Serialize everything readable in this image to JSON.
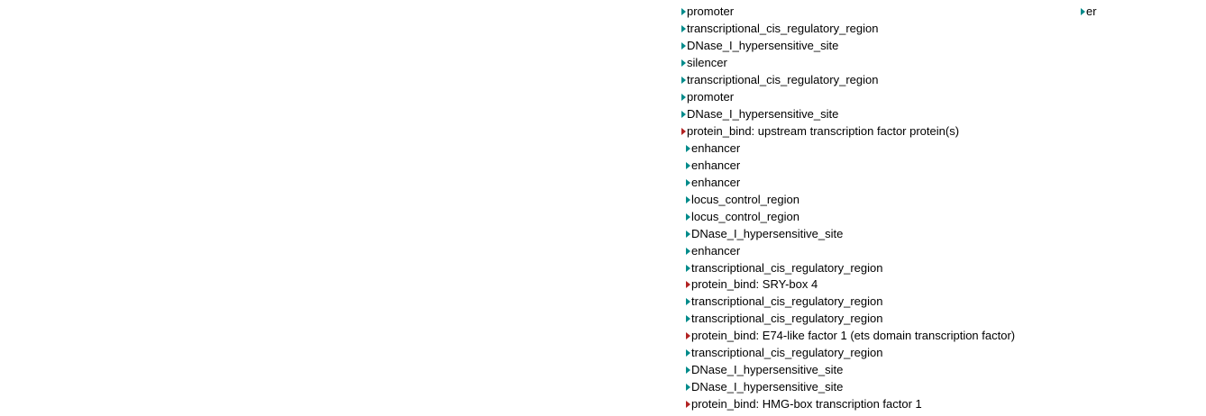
{
  "colors": {
    "regulatory_arrow": "#008b8b",
    "protein_bind_arrow": "#b22222",
    "label_text": "#000000",
    "background": "#ffffff"
  },
  "clipped_item": {
    "label": "er",
    "arrow": "teal"
  },
  "features": [
    {
      "label": "promoter",
      "arrow": "teal",
      "indent": 0
    },
    {
      "label": "transcriptional_cis_regulatory_region",
      "arrow": "teal",
      "indent": 0
    },
    {
      "label": "DNase_I_hypersensitive_site",
      "arrow": "teal",
      "indent": 0
    },
    {
      "label": "silencer",
      "arrow": "teal",
      "indent": 0
    },
    {
      "label": "transcriptional_cis_regulatory_region",
      "arrow": "teal",
      "indent": 0
    },
    {
      "label": "promoter",
      "arrow": "teal",
      "indent": 0
    },
    {
      "label": "DNase_I_hypersensitive_site",
      "arrow": "teal",
      "indent": 0
    },
    {
      "label": "protein_bind: upstream transcription factor protein(s)",
      "arrow": "red",
      "indent": 0
    },
    {
      "label": "enhancer",
      "arrow": "teal",
      "indent": 1
    },
    {
      "label": "enhancer",
      "arrow": "teal",
      "indent": 1
    },
    {
      "label": "enhancer",
      "arrow": "teal",
      "indent": 1
    },
    {
      "label": "locus_control_region",
      "arrow": "teal",
      "indent": 1
    },
    {
      "label": "locus_control_region",
      "arrow": "teal",
      "indent": 1
    },
    {
      "label": "DNase_I_hypersensitive_site",
      "arrow": "teal",
      "indent": 1
    },
    {
      "label": "enhancer",
      "arrow": "teal",
      "indent": 1
    },
    {
      "label": "transcriptional_cis_regulatory_region",
      "arrow": "teal",
      "indent": 1
    },
    {
      "label": "protein_bind: SRY-box 4",
      "arrow": "red",
      "indent": 1
    },
    {
      "label": "transcriptional_cis_regulatory_region",
      "arrow": "teal",
      "indent": 1
    },
    {
      "label": "transcriptional_cis_regulatory_region",
      "arrow": "teal",
      "indent": 1
    },
    {
      "label": "protein_bind: E74-like factor 1 (ets domain transcription factor)",
      "arrow": "red",
      "indent": 1
    },
    {
      "label": "transcriptional_cis_regulatory_region",
      "arrow": "teal",
      "indent": 1
    },
    {
      "label": "DNase_I_hypersensitive_site",
      "arrow": "teal",
      "indent": 1
    },
    {
      "label": "DNase_I_hypersensitive_site",
      "arrow": "teal",
      "indent": 1
    },
    {
      "label": "protein_bind: HMG-box transcription factor 1",
      "arrow": "red",
      "indent": 1
    }
  ]
}
